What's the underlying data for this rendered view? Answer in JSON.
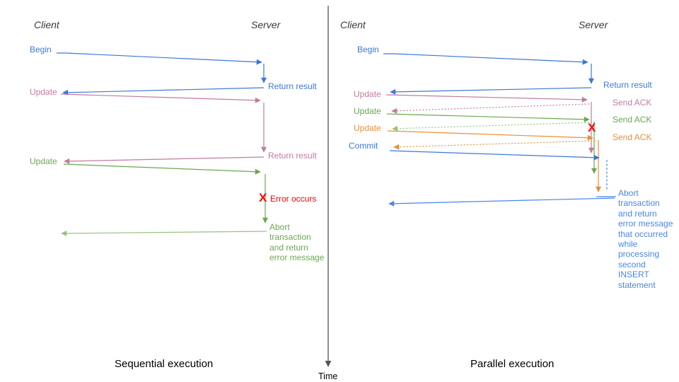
{
  "palette": {
    "blue": "#3c78d8",
    "blue_light": "#4a86e8",
    "pink": "#c27ba0",
    "green": "#6aa84f",
    "green_light": "#93c47d",
    "orange": "#e69138",
    "red": "#ff0000",
    "axis_gray": "#555555",
    "heading_gray": "#3b3b3b"
  },
  "time_axis": {
    "label": "Time"
  },
  "left": {
    "title": "Sequential execution",
    "client_header": "Client",
    "server_header": "Server",
    "messages": {
      "begin": "Begin",
      "return_result_1": "Return result",
      "update_1": "Update",
      "return_result_2": "Return result",
      "update_2": "Update",
      "error_x": "X",
      "error_label": "Error occurs",
      "abort_lines": [
        "Abort",
        "transaction",
        "and return",
        "error message"
      ]
    }
  },
  "right": {
    "title": "Parallel execution",
    "client_header": "Client",
    "server_header": "Server",
    "messages": {
      "begin": "Begin",
      "return_result": "Return result",
      "update_1": "Update",
      "send_ack_1": "Send ACK",
      "update_2": "Update",
      "send_ack_2": "Send ACK",
      "update_3": "Update",
      "send_ack_3": "Send ACK",
      "commit": "Commit",
      "error_x": "X",
      "abort_lines": [
        "Abort",
        "transaction",
        "and return",
        "error message",
        "that occurred",
        "while",
        "processing",
        "second",
        "INSERT",
        "statement"
      ]
    }
  }
}
